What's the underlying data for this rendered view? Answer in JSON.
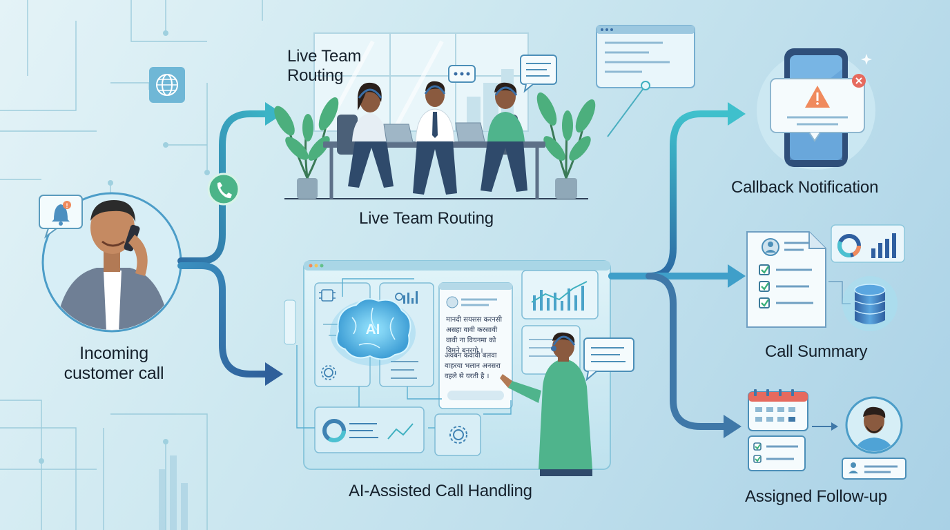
{
  "labels": {
    "live_team_top": "Live Team Routing",
    "live_team_bottom": "Live Team Routing",
    "incoming": "Incoming customer call",
    "ai_handling": "AI-Assisted Call Handling",
    "callback": "Callback Notification",
    "summary": "Call Summary",
    "followup": "Assigned Follow-up"
  },
  "ai_badge": "AI",
  "devanagari_block_1": "मानदी सयसस करनसी\nअसहा वावी करसावी\nवावी ना वियनमा को\nविमने बनरगो ।",
  "devanagari_block_2": "अवबन कवावी बलवा\nवाहरया भलान अनसरा\nवहले से यरती है ।",
  "colors": {
    "teal_arrow": "#2aa3b6",
    "deep_arrow": "#3f78a8",
    "background_light": "#e4f3f7",
    "background_dark": "#a9d1e6",
    "warning": "#f08a5d",
    "alert_red": "#e66a5e",
    "phone_green": "#3bb07a",
    "agent_shirt": "#4fb48c"
  },
  "icons": [
    "globe-icon",
    "phone-icon",
    "bell-icon",
    "warning-icon",
    "close-icon",
    "brain-icon",
    "gear-icon",
    "database-icon",
    "calendar-icon",
    "checklist-icon",
    "user-icon",
    "bar-chart-icon",
    "donut-chart-icon"
  ]
}
